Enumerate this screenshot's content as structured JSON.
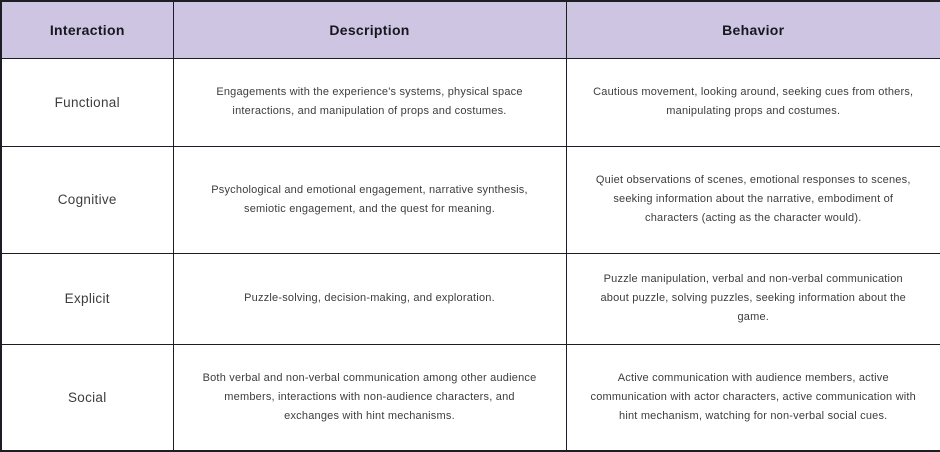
{
  "colors": {
    "header_bg": "#cdc5e1",
    "border": "#1d1d24",
    "header_text": "#17171f",
    "body_text": "#3d3d40"
  },
  "table": {
    "columns": [
      "Interaction",
      "Description",
      "Behavior"
    ],
    "rows": [
      {
        "interaction": "Functional",
        "description": "Engagements with the experience's systems, physical space interactions, and manipulation of props and costumes.",
        "behavior": "Cautious movement, looking around, seeking cues from others, manipulating props and costumes."
      },
      {
        "interaction": "Cognitive",
        "description": "Psychological and emotional engagement, narrative synthesis, semiotic engagement, and the quest for meaning.",
        "behavior": "Quiet observations of scenes, emotional responses to scenes, seeking information about the narrative, embodiment of characters (acting as the character would)."
      },
      {
        "interaction": "Explicit",
        "description": "Puzzle-solving, decision-making, and exploration.",
        "behavior": "Puzzle manipulation, verbal and non-verbal communication about puzzle, solving puzzles, seeking information about the game."
      },
      {
        "interaction": "Social",
        "description": "Both verbal and non-verbal communication among other audience members, interactions with non-audience characters, and exchanges with hint mechanisms.",
        "behavior": "Active communication with audience members, active communication with actor characters, active communication with hint mechanism, watching for non-verbal social cues."
      }
    ]
  }
}
